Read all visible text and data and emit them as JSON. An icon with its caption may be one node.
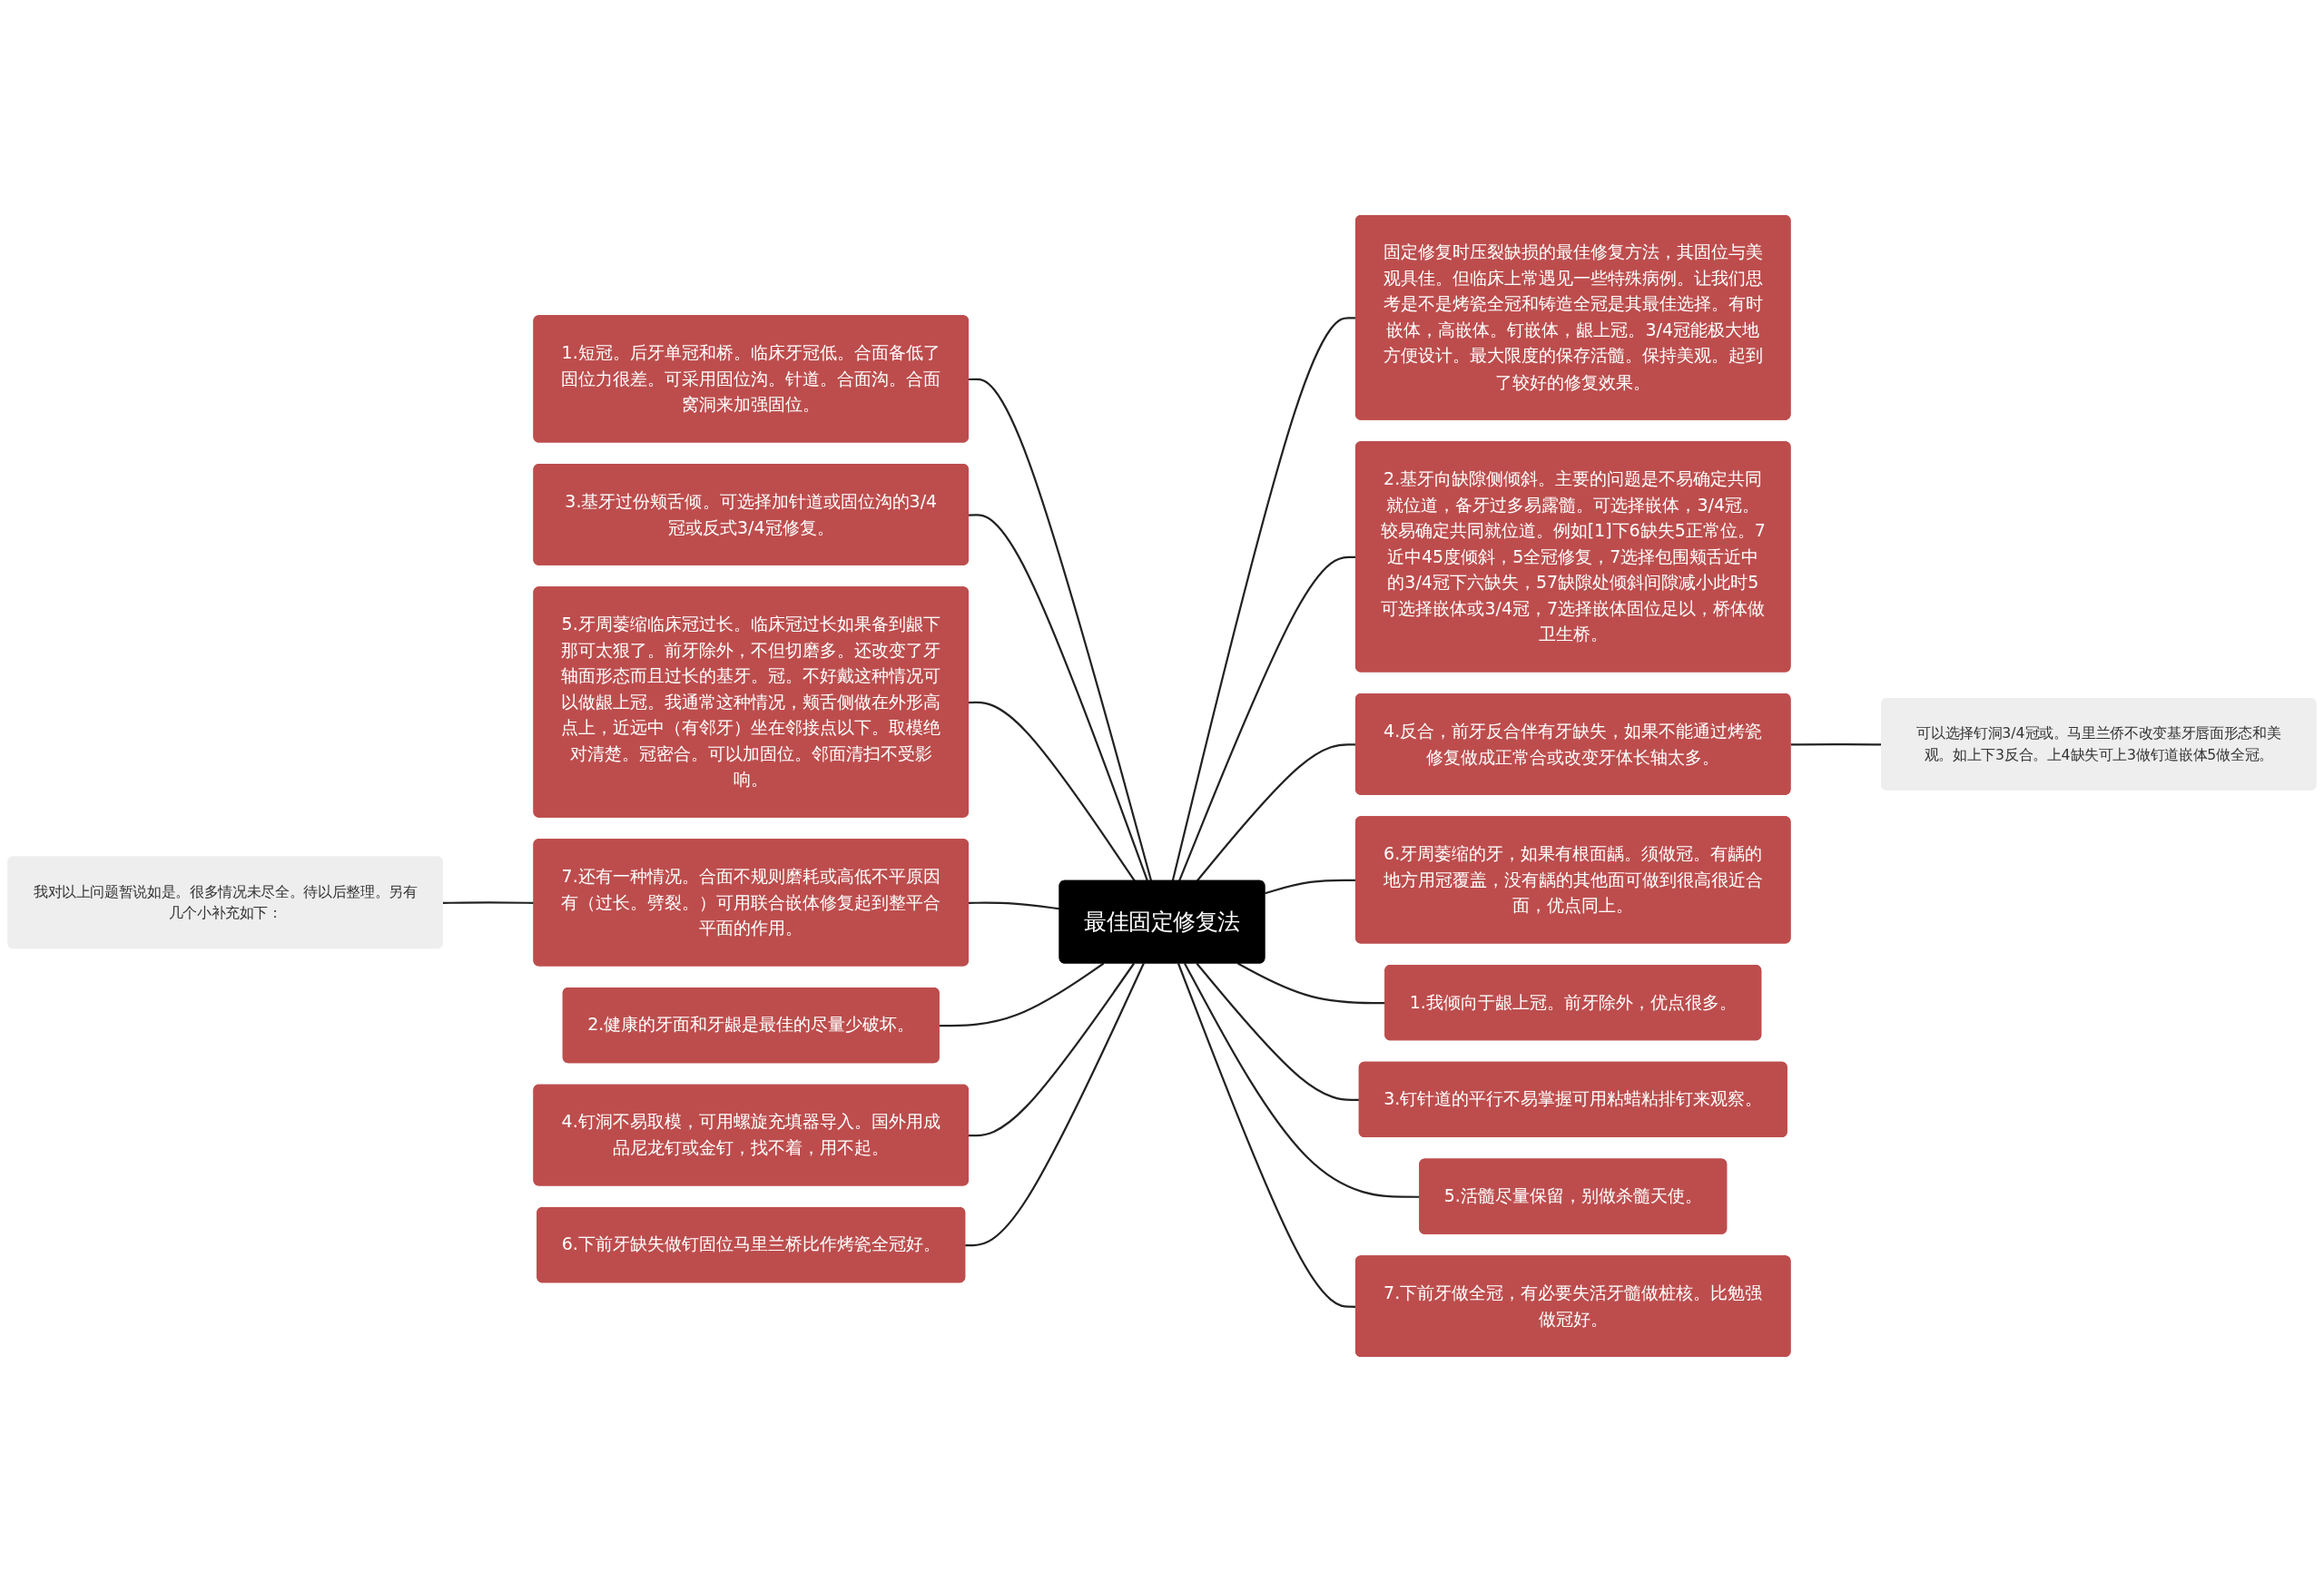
{
  "diagram": {
    "nodes": [
      {
        "text": [
          "最佳固定修复法"
        ]
      },
      {
        "text": [
          "1.短冠。后牙单冠和桥。临床牙冠低。合面备低了固位力很差。可采用固位沟。针道。合面沟。合面窝洞来加强固位。"
        ]
      },
      {
        "text": [
          "3.基牙过份颊舌倾。可选择加针道或固位沟的3/4冠或反式3/4冠修复。"
        ]
      },
      {
        "text": [
          "5.牙周萎缩临床冠过长。临床冠过长如果备到龈下那可太狠了。前牙除外，不但切磨多。还改变了牙轴面形态而且过长的基牙。冠。不好戴这种情况可以做龈上冠。我通常这种情况，颊舌侧做在外形高点上，近远中（有邻牙）坐在邻接点以下。取模绝对清楚。冠密合。可以加固位。邻面清扫不受影响。"
        ]
      },
      {
        "text": [
          "7.还有一种情况。合面不规则磨耗或高低不平原因有（过长。劈裂。）可用联合嵌体修复起到整平合平面的作用。"
        ]
      },
      {
        "text": [
          "我对以上问题暂说如是。很多情况未尽全。待以后整理。另有几个小补充如下："
        ]
      },
      {
        "text": [
          "2.健康的牙面和牙龈是最佳的尽量少破坏。"
        ]
      },
      {
        "text": [
          "4.钉洞不易取模，可用螺旋充填器导入。国外用成品尼龙钉或金钉，找不着，用不起。"
        ]
      },
      {
        "text": [
          "6.下前牙缺失做钉固位马里兰桥比作烤瓷全冠好。"
        ]
      },
      {
        "text": [
          "固定修复时压裂缺损的最佳修复方法，其固位与美观具佳。但临床上常遇见一些特殊病例。让我们思考是不是烤瓷全冠和铸造全冠是其最佳选择。有时嵌体，高嵌体。钉嵌体，龈上冠。3/4冠能极大地方便设计。最大限度的保存活髓。保持美观。起到了较好的修复效果。"
        ]
      },
      {
        "text": [
          "2.基牙向缺隙侧倾斜。主要的问题是不易确定共同就位道，备牙过多易露髓。可选择嵌体，3/4冠。较易确定共同就位道。例如[1]下6缺失5正常位。7近中45度倾斜，5全冠修复，7选择包围颊舌近中的3/4冠下六缺失，57缺隙处倾斜间隙减小此时5可选择嵌体或3/4冠，7选择嵌体固位足以，桥体做卫生桥。"
        ]
      },
      {
        "text": [
          "4.反合，前牙反合伴有牙缺失，如果不能通过烤瓷修复做成正常合或改变牙体长轴太多。"
        ]
      },
      {
        "text": [
          "可以选择钉洞3/4冠或。马里兰侨不改变基牙唇面形态和美观。如上下3反合。上4缺失可上3做钉道嵌体5做全冠。"
        ]
      },
      {
        "text": [
          "6.牙周萎缩的牙，如果有根面龋。须做冠。有龋的地方用冠覆盖，没有龋的其他面可做到很高很近合面，优点同上。"
        ]
      },
      {
        "text": [
          "1.我倾向于龈上冠。前牙除外，优点很多。"
        ]
      },
      {
        "text": [
          "3.钉针道的平行不易掌握可用粘蜡粘排钉来观察。"
        ]
      },
      {
        "text": [
          "5.活髓尽量保留，别做杀髓天使。"
        ]
      },
      {
        "text": [
          "7.下前牙做全冠，有必要失活牙髓做桩核。比勉强做冠好。"
        ]
      }
    ],
    "edges": [
      {
        "from": 1,
        "to": 0,
        "arrow": "none"
      },
      {
        "from": 2,
        "to": 0,
        "arrow": "none"
      },
      {
        "from": 3,
        "to": 0,
        "arrow": "none"
      },
      {
        "from": 4,
        "to": 0,
        "arrow": "none"
      },
      {
        "from": 5,
        "to": 4,
        "arrow": "none"
      },
      {
        "from": 6,
        "to": 0,
        "arrow": "none"
      },
      {
        "from": 7,
        "to": 0,
        "arrow": "none"
      },
      {
        "from": 8,
        "to": 0,
        "arrow": "none"
      },
      {
        "from": 0,
        "to": 9,
        "arrow": "none"
      },
      {
        "from": 0,
        "to": 10,
        "arrow": "none"
      },
      {
        "from": 0,
        "to": 11,
        "arrow": "none"
      },
      {
        "from": 11,
        "to": 12,
        "arrow": "none"
      },
      {
        "from": 0,
        "to": 13,
        "arrow": "none"
      },
      {
        "from": 0,
        "to": 14,
        "arrow": "none"
      },
      {
        "from": 0,
        "to": 15,
        "arrow": "none"
      },
      {
        "from": 0,
        "to": 16,
        "arrow": "none"
      },
      {
        "from": 0,
        "to": 17,
        "arrow": "none"
      }
    ]
  }
}
